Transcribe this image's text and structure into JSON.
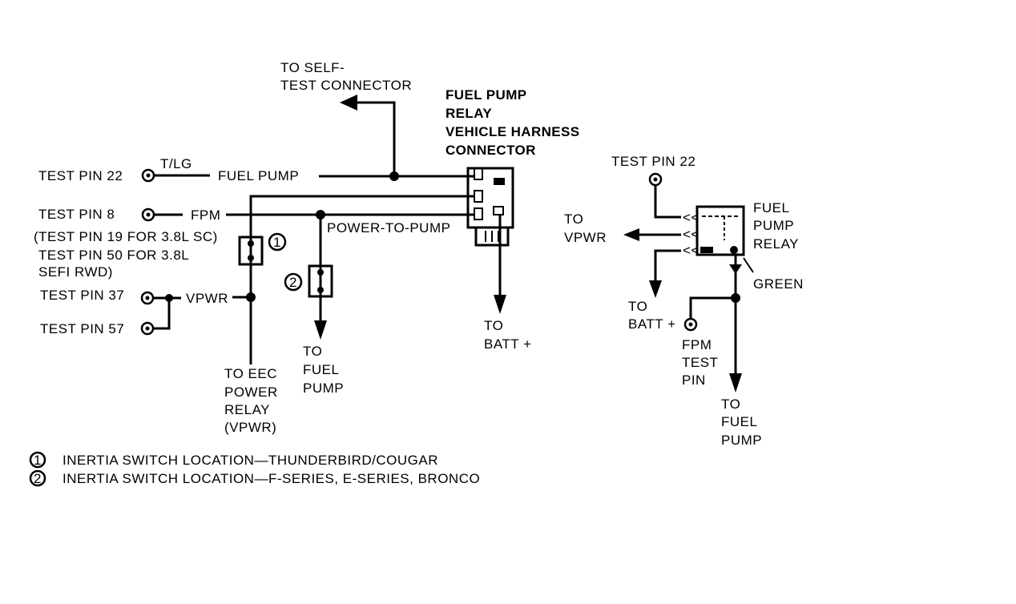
{
  "left_diagram": {
    "self_test_1": "TO SELF-",
    "self_test_2": "TEST CONNECTOR",
    "connector_title_1": "FUEL PUMP",
    "connector_title_2": "RELAY",
    "connector_title_3": "VEHICLE HARNESS",
    "connector_title_4": "CONNECTOR",
    "test_pin_22": "TEST PIN 22",
    "wire_color": "T/LG",
    "fuel_pump": "FUEL PUMP",
    "test_pin_8": "TEST PIN 8",
    "fpm": "FPM",
    "test_pin_19": "(TEST PIN 19 FOR 3.8L SC)",
    "test_pin_50": "TEST PIN 50 FOR 3.8L",
    "sefi_rwd": "SEFI RWD)",
    "power_to_pump": "POWER-TO-PUMP",
    "test_pin_37": "TEST PIN 37",
    "vpwr": "VPWR",
    "test_pin_57": "TEST PIN 57",
    "marker_1": "1",
    "marker_2": "2",
    "to_batt_1": "TO",
    "to_batt_2": "BATT +",
    "to_fuel_pump_1": "TO",
    "to_fuel_pump_2": "FUEL",
    "to_fuel_pump_3": "PUMP",
    "eec_1": "TO EEC",
    "eec_2": "POWER",
    "eec_3": "RELAY",
    "eec_4": "(VPWR)"
  },
  "right_diagram": {
    "test_pin_22": "TEST PIN 22",
    "relay_1": "FUEL",
    "relay_2": "PUMP",
    "relay_3": "RELAY",
    "to_vpwr_1": "TO",
    "to_vpwr_2": "VPWR",
    "green": "GREEN",
    "to_batt_1": "TO",
    "to_batt_2": "BATT +",
    "fpm_test_1": "FPM",
    "fpm_test_2": "TEST",
    "fpm_test_3": "PIN",
    "to_fuel_pump_1": "TO",
    "to_fuel_pump_2": "FUEL",
    "to_fuel_pump_3": "PUMP"
  },
  "legend": [
    {
      "marker": "1",
      "text": "INERTIA SWITCH LOCATION—THUNDERBIRD/COUGAR"
    },
    {
      "marker": "2",
      "text": "INERTIA SWITCH LOCATION—F-SERIES, E-SERIES, BRONCO"
    }
  ]
}
